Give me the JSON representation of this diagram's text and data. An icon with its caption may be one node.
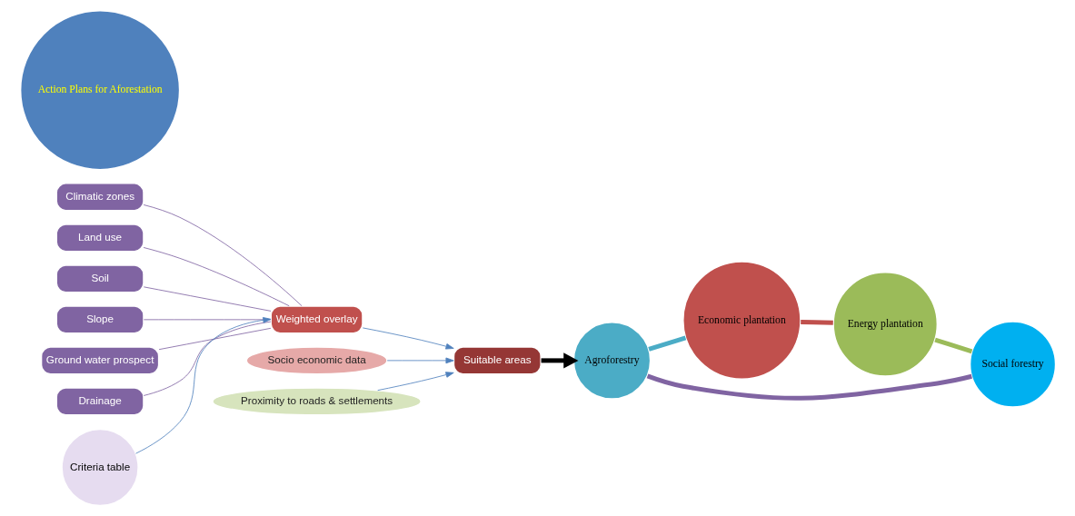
{
  "diagram": {
    "nodes": [
      {
        "text": [
          "Climatic zones"
        ]
      },
      {
        "text": [
          "Land use"
        ]
      },
      {
        "text": [
          "Soil"
        ]
      },
      {
        "text": [
          "Slope"
        ]
      },
      {
        "text": [
          "Ground water prospect"
        ]
      },
      {
        "text": [
          "Drainage"
        ]
      },
      {
        "text": [
          "Socio economic data"
        ]
      },
      {
        "text": [
          "Proximity to roads & settlements"
        ]
      },
      {
        "text": [
          "Weighted overlay"
        ]
      },
      {
        "text": [
          "Suitable areas"
        ]
      },
      {
        "text": [
          "Criteria table"
        ]
      },
      {
        "text": [
          "Economic plantation"
        ]
      },
      {
        "text": [
          "Agroforestry"
        ]
      },
      {
        "text": [
          "Action Plans for Aforestation"
        ]
      },
      {
        "text": [
          "Energy plantation"
        ]
      },
      {
        "text": [
          "Social forestry"
        ]
      }
    ],
    "edges": [
      {
        "from": 0,
        "to": 8,
        "arrow": "none",
        "color": "#8064a2"
      },
      {
        "from": 1,
        "to": 8,
        "arrow": "none",
        "color": "#8064a2"
      },
      {
        "from": 2,
        "to": 8,
        "arrow": "none",
        "color": "#8064a2"
      },
      {
        "from": 3,
        "to": 8,
        "arrow": "none",
        "color": "#8064a2"
      },
      {
        "from": 4,
        "to": 8,
        "arrow": "none",
        "color": "#8064a2"
      },
      {
        "from": 5,
        "to": 8,
        "arrow": "none",
        "color": "#8064a2"
      },
      {
        "from": 6,
        "to": 9,
        "arrow": "to"
      },
      {
        "from": 7,
        "to": 9,
        "arrow": "to"
      },
      {
        "from": 10,
        "to": 8,
        "arrow": "to"
      },
      {
        "from": 8,
        "to": 9,
        "arrow": "to"
      },
      {
        "from": 9,
        "to": 12,
        "arrow": "to",
        "style": "thick",
        "color": "#000000"
      },
      {
        "from": 12,
        "to": 11,
        "arrow": "none",
        "style": "thick",
        "color": "#4bacc6"
      },
      {
        "from": 11,
        "to": 14,
        "arrow": "none",
        "style": "thick",
        "color": "#c0504d"
      },
      {
        "from": 14,
        "to": 15,
        "arrow": "none",
        "style": "thick",
        "color": "#9bbb59"
      },
      {
        "from": 15,
        "to": 12,
        "arrow": "none",
        "style": "thick",
        "color": "#8064a2"
      }
    ]
  }
}
